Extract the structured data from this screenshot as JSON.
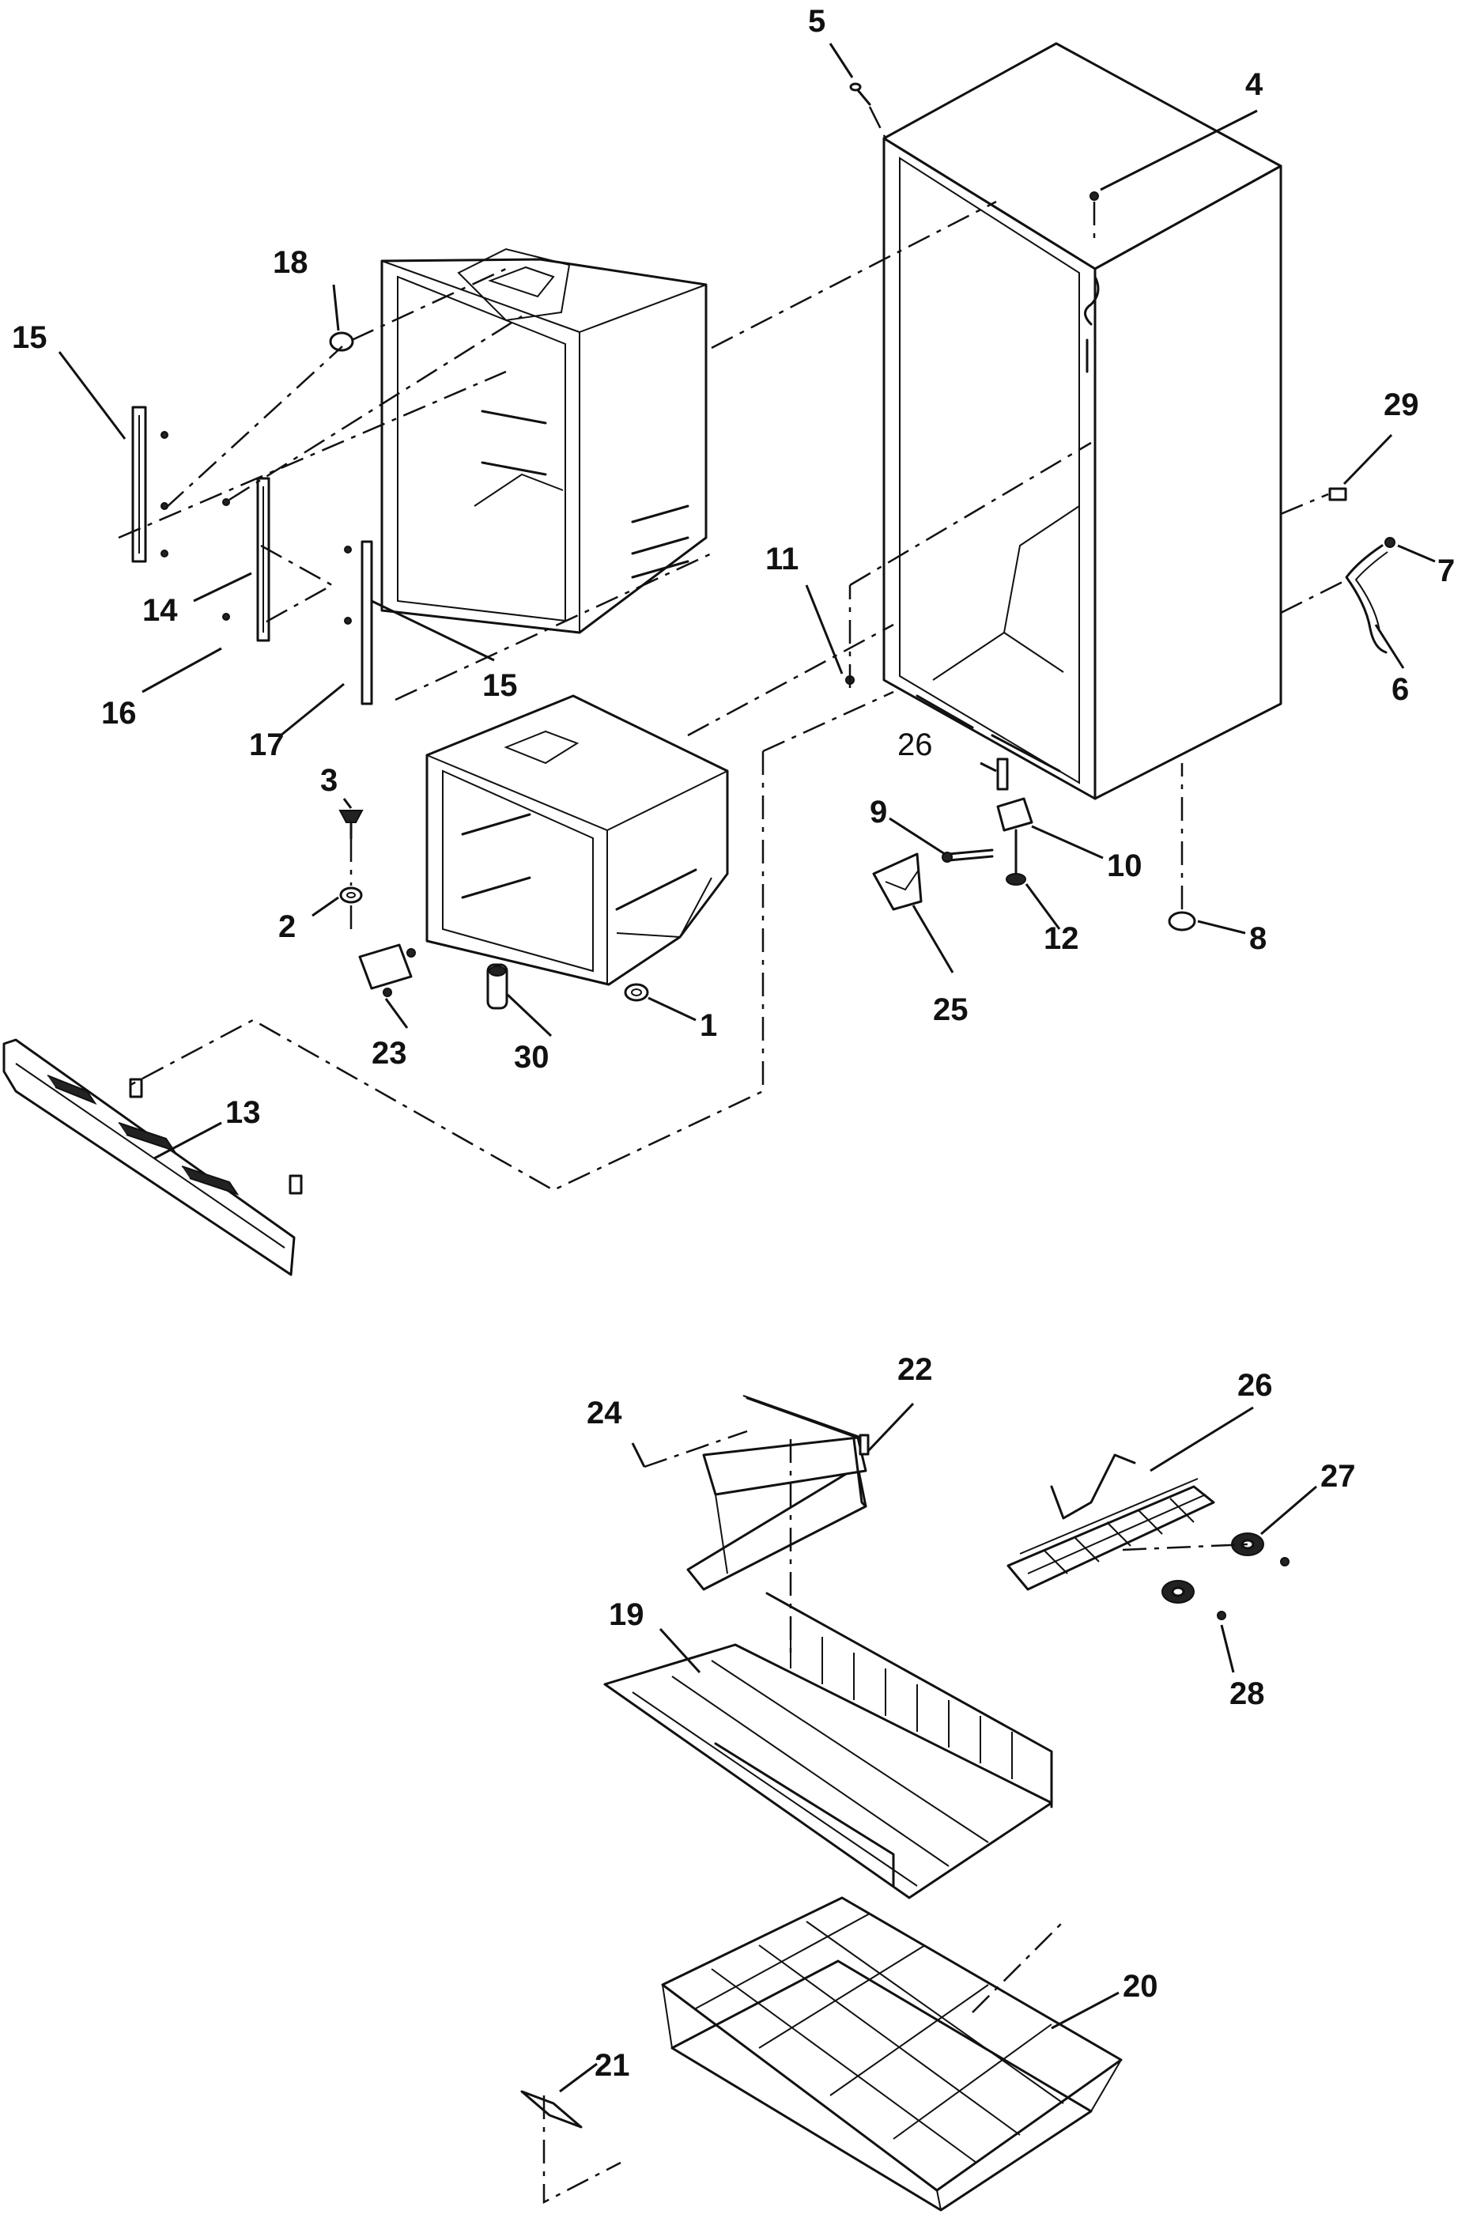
{
  "labels": {
    "l1": "1",
    "l2": "2",
    "l3": "3",
    "l4": "4",
    "l5": "5",
    "l6": "6",
    "l7": "7",
    "l8": "8",
    "l9": "9",
    "l10": "10",
    "l11": "11",
    "l12": "12",
    "l13": "13",
    "l14": "14",
    "l15a": "15",
    "l15b": "15",
    "l16": "16",
    "l17": "17",
    "l18": "18",
    "l19": "19",
    "l20": "20",
    "l21": "21",
    "l22": "22",
    "l23": "23",
    "l24": "24",
    "l25": "25",
    "l26a": "26",
    "l26b": "26",
    "l27": "27",
    "l28": "28",
    "l29": "29",
    "l30": "30"
  },
  "colors": {
    "ink": "#111111",
    "background": "#ffffff"
  }
}
